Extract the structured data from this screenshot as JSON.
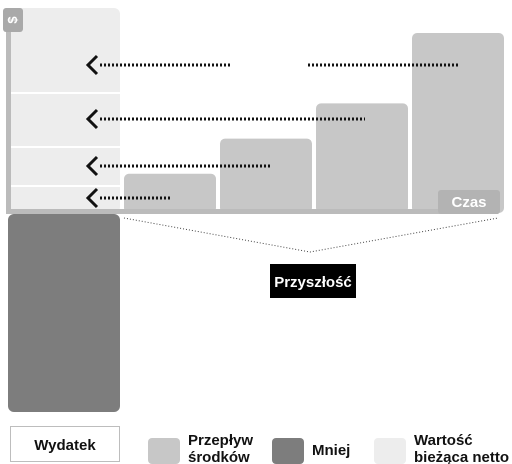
{
  "icon": "currency-icon",
  "axis": {
    "time_label": "Czas"
  },
  "future_label": "Przyszłość",
  "legend": {
    "outlay": "Wydatek",
    "cash_flow": "Przepływ\nśrodków",
    "less": "Mniej",
    "npv": "Wartość\nbieżąca netto"
  },
  "flows": {
    "periods": 4,
    "values": [
      1,
      2,
      3,
      5
    ],
    "outlay_value": -8
  },
  "colors": {
    "outlay": "#7d7d7d",
    "cash_flow": "#c7c7c7",
    "npv": "#ededed",
    "axis": "#bbbbbb",
    "arrow": "#111111",
    "label_bg": "#000000"
  }
}
